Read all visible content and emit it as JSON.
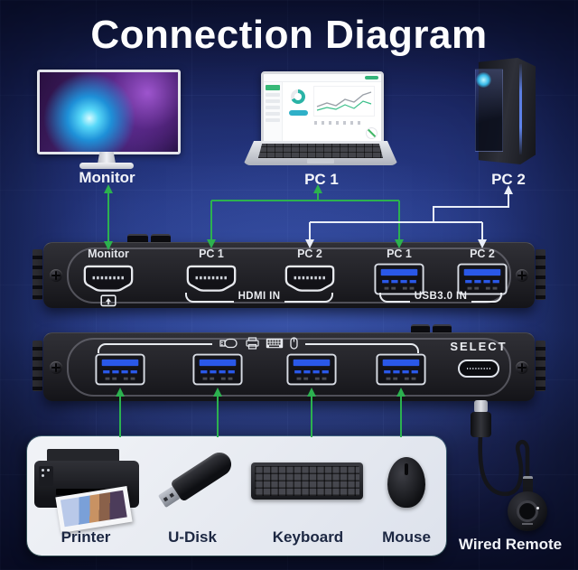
{
  "title": "Connection Diagram",
  "top_devices": {
    "monitor": {
      "label": "Monitor"
    },
    "pc1": {
      "label": "PC 1"
    },
    "pc2": {
      "label": "PC 2"
    }
  },
  "rear_panel": {
    "port_labels": [
      "Monitor",
      "PC 1",
      "PC 2",
      "PC 1",
      "PC 2"
    ],
    "port_types": [
      "hdmi",
      "hdmi",
      "hdmi",
      "usb3",
      "usb3"
    ],
    "monitor_port_icon": "display-icon",
    "hdmi_group_label": "HDMI IN",
    "usb_group_label": "USB3.0 IN"
  },
  "front_panel": {
    "select_label": "SELECT",
    "usb_port_count": 4,
    "device_icons": [
      "u-disk-icon",
      "printer-icon",
      "keyboard-icon",
      "mouse-icon"
    ]
  },
  "bottom_devices": {
    "printer": {
      "label": "Printer"
    },
    "udisk": {
      "label": "U-Disk"
    },
    "keyboard": {
      "label": "Keyboard"
    },
    "mouse": {
      "label": "Mouse"
    },
    "remote": {
      "label": "Wired Remote"
    }
  },
  "colors": {
    "background_navy": "#24357e",
    "accent_green": "#2cb14f",
    "connector_white": "#e9eef8",
    "usb_blue": "#2a58e8",
    "panel_black": "#232327",
    "card_background": "#e9ecf2",
    "label_dark": "#1c2742",
    "label_light": "#f3f5fa"
  }
}
